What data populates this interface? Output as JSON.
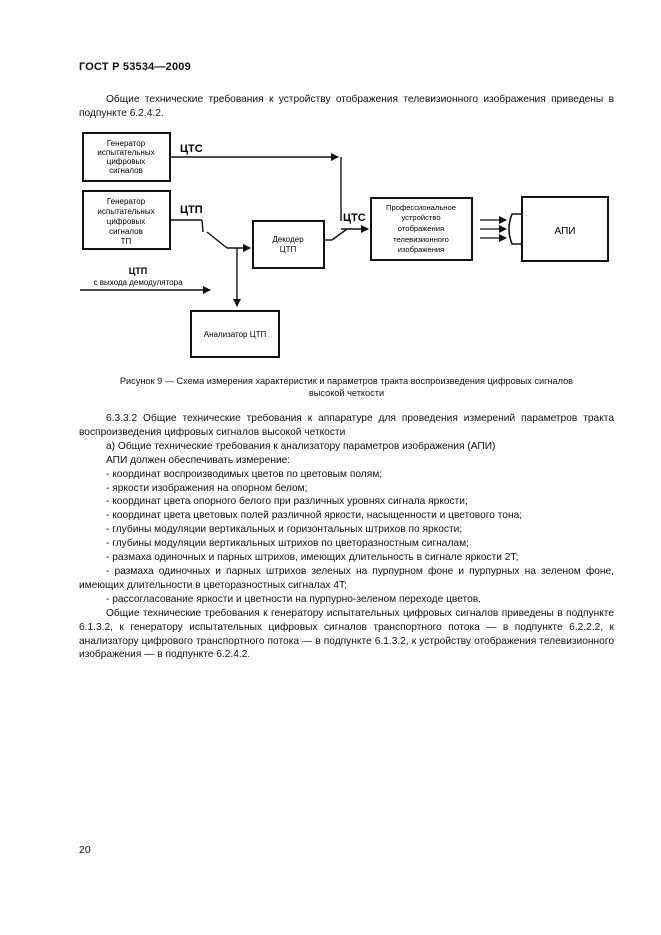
{
  "header": {
    "title": "ГОСТ Р 53534—2009"
  },
  "intro": "Общие технические требования к устройству отображения телевизионного изображения приведены в подпункте 6.2.4.2.",
  "diagram": {
    "gen_ts": [
      "Генератор",
      "испытательных",
      "цифровых",
      "сигналов"
    ],
    "gen_tp": [
      "Генератор",
      "испытательных",
      "цифровых",
      "сигналов",
      "ТП"
    ],
    "label_cts_top": "ЦТС",
    "label_ctp": "ЦТП",
    "label_ctp_demod_1": "ЦТП",
    "label_ctp_demod_2": "с выхода демодулятора",
    "decoder": [
      "Декодер",
      "ЦТП"
    ],
    "label_cts_right": "ЦТС",
    "display": [
      "Профессиональное",
      "устройство",
      "отображения",
      "телевизионного",
      "изображения"
    ],
    "api": "АПИ",
    "analyzer": "Анализатор ЦТП"
  },
  "caption": {
    "line1": "Рисунок 9 — Схема измерения характеристик и параметров тракта воспроизведения цифровых сигналов",
    "line2": "высокой четкости"
  },
  "body": {
    "p1": "6.3.3.2 Общие технические требования к аппаратуре для проведения измерений параметров тракта воспроизведения цифровых сигналов высокой четкости",
    "p2": "а) Общие технические требования к анализатору параметров изображения (АПИ)",
    "p3": "АПИ должен обеспечивать измерение:",
    "items": [
      "- координат воспроизводимых цветов по цветовым полям;",
      "- яркости изображения на опорном белом;",
      "- координат цвета опорного белого при различных уровнях сигнала яркости;",
      "- координат цвета цветовых полей различной яркости, насыщенности и цветового тона;",
      "- глубины модуляции вертикальных и горизонтальных штрихов по яркости;",
      "- глубины модуляции вертикальных штрихов по цветоразностным сигналам;",
      "- размаха одиночных и парных штрихов, имеющих длительность в сигнале яркости 2T;",
      "- размаха одиночных и парных штрихов зеленых на пурпурном фоне и пурпурных на зеленом фоне, имеющих длительности в цветоразностных сигналах 4T;",
      "- рассогласование яркости и цветности на пурпурно-зеленом переходе цветов."
    ],
    "p_last": "Общие технические требования к генератору испытательных цифровых сигналов приведены в подпункте 6.1.3.2, к генератору испытательных цифровых сигналов транспортного потока — в подпункте 6.2.2.2, к анализатору цифрового транспортного потока — в подпункте 6.1.3.2, к устройству отображения телевизионного изображения — в подпункте 6.2.4.2."
  },
  "page_number": "20"
}
